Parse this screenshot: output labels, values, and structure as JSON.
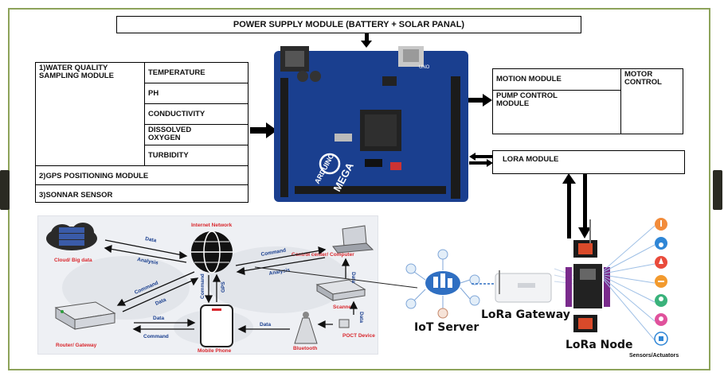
{
  "power": {
    "title": "POWER SUPPLY MODULE (BATTERY + SOLAR PANAL)"
  },
  "water": {
    "module": "1)WATER QUALITY SAMPLING MODULE",
    "params": [
      "TEMPERATURE",
      "PH",
      "CONDUCTIVITY",
      "DISSOLVED OXYGEN",
      "TURBIDITY"
    ],
    "gps": "2)GPS POSITIONING MODULE",
    "sonar": "3)SONNAR SENSOR"
  },
  "motion": {
    "motion_label": "MOTION MODULE",
    "pump_label": "PUMP CONTROL MODULE",
    "motor_label": "MOTOR CONTROL"
  },
  "lora_module": {
    "label": "LORA MODULE"
  },
  "board": {
    "text_uno": "UNO",
    "text_arduino": "ARDUINO",
    "text_mega": "MEGA"
  },
  "network": {
    "internet": "Internet Network",
    "cloud": "Cloud/ Big data",
    "control": "Control center/ Computer",
    "router": "Router/ Gateway",
    "phone": "Mobile Phone",
    "bluetooth": "Bluetooth",
    "poct": "POCT Device",
    "scanner": "Scanner",
    "data": "Data",
    "analysis": "Analysis",
    "command": "Command",
    "gps_label": "GPS"
  },
  "iot": {
    "server": "IoT Server",
    "gateway": "LoRa Gateway",
    "node": "LoRa Node",
    "sensors": "Sensors/Actuators"
  },
  "colors": {
    "accent_green": "#8da35a",
    "red_label": "#d9262c",
    "board_blue": "#1a3f8f"
  }
}
